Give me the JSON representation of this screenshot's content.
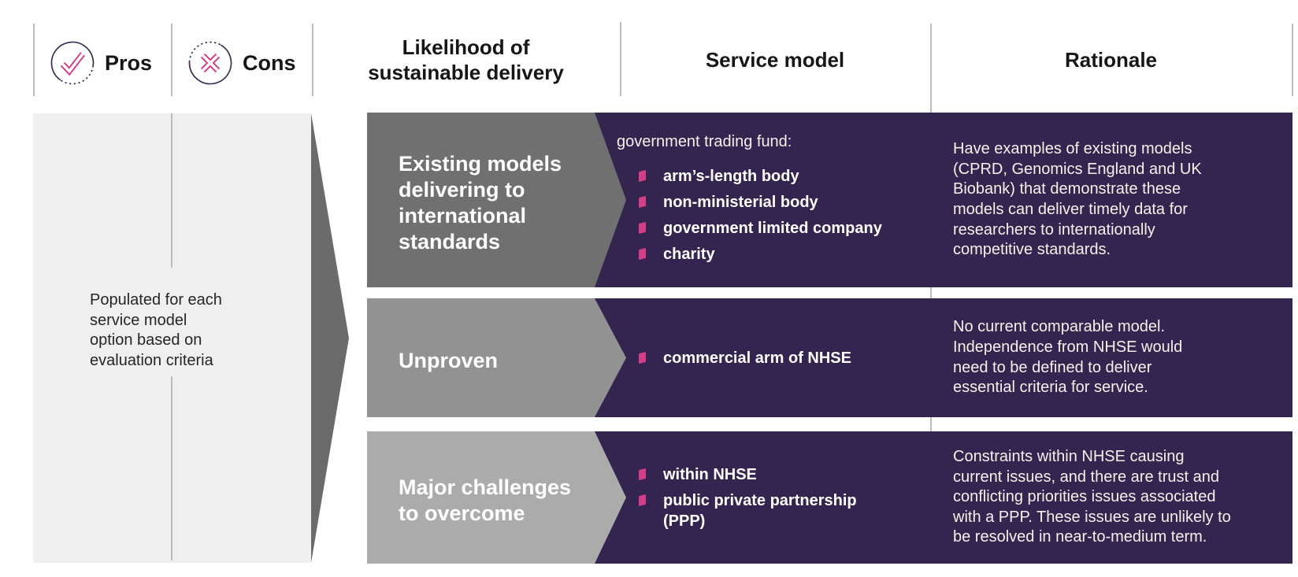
{
  "colors": {
    "purple": "#342450",
    "pink": "#d23f87",
    "navy": "#3a2b52",
    "row1-gray": "#707070",
    "row2-gray": "#929292",
    "row3-gray": "#ababab",
    "arrow-dark": "#6b6b6b",
    "panel": "#efefef",
    "line": "#bdbdbd",
    "ink": "#161616",
    "cream": "#f5f1ea"
  },
  "legend": {
    "pros": "Pros",
    "cons": "Cons"
  },
  "columns": {
    "likelihood": "Likelihood of\nsustainable delivery",
    "service_model": "Service model",
    "rationale": "Rationale"
  },
  "annotation": "Populated for each\nservice model\noption based on\nevaluation criteria",
  "rows": [
    {
      "likelihood": "Existing models\ndelivering to\ninternational\nstandards",
      "service_intro": "government trading fund:",
      "service_items": [
        "arm’s-length body",
        "non-ministerial body",
        "government limited company",
        "charity"
      ],
      "rationale": "Have examples of existing models\n(CPRD, Genomics England and UK\nBiobank) that demonstrate these\nmodels can deliver timely data for\nresearchers to internationally\ncompetitive standards."
    },
    {
      "likelihood": "Unproven",
      "service_items": [
        "commercial arm of NHSE"
      ],
      "rationale": "No current comparable model.\nIndependence from NHSE would\nneed to be defined to deliver\nessential criteria for service."
    },
    {
      "likelihood": "Major challenges\nto overcome",
      "service_items": [
        "within NHSE",
        "public private partnership\n(PPP)"
      ],
      "rationale": "Constraints within NHSE causing\ncurrent issues, and there are trust and\nconflicting priorities issues associated\nwith a PPP. These issues are unlikely to\nbe resolved in near-to-medium term."
    }
  ]
}
